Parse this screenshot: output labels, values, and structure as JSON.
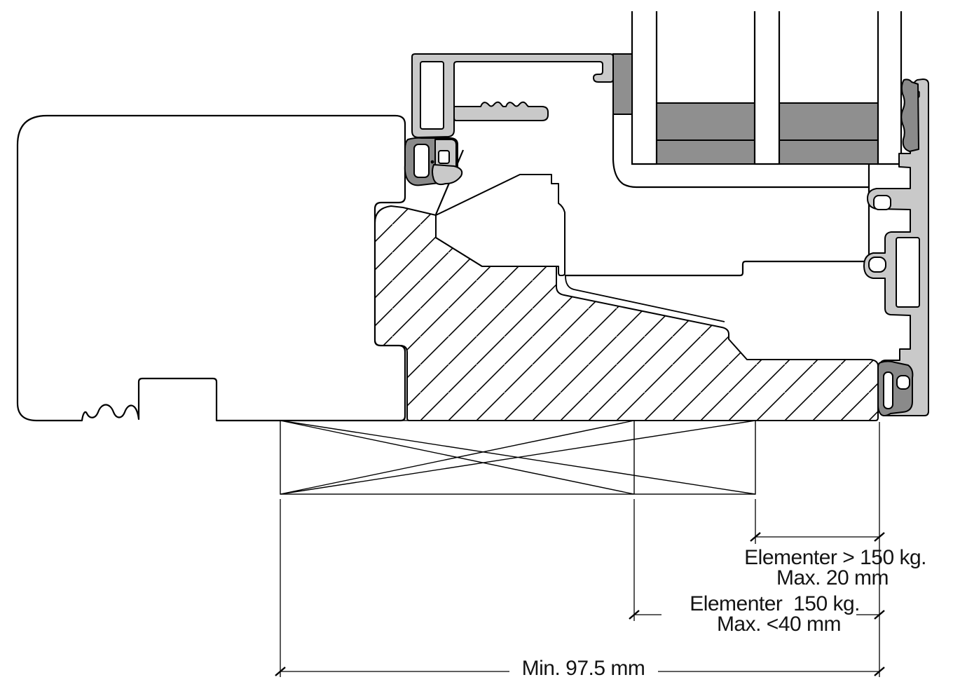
{
  "drawing": {
    "kind": "window-sill-installation-cross-section",
    "dimensions": {
      "upper_right": {
        "line1": "Elementer > 150 kg.",
        "line2": "Max. 20 mm"
      },
      "middle_right": {
        "line1": "Elementer  150 kg.",
        "line2": "Max. <40 mm"
      },
      "bottom": {
        "label": "Min. 97.5 mm"
      }
    },
    "colors": {
      "line": "#000000",
      "background": "#ffffff",
      "aluminium_profile": "#c9c9c9",
      "rubber_gasket": "#8a8a8a",
      "glazing_spacer": "#8f8f8f"
    }
  }
}
